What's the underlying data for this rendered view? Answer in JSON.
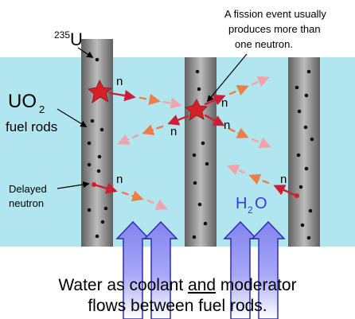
{
  "labels": {
    "isotope_mass": "235",
    "isotope_symbol": "U",
    "fission_note_1": "A fission event usually",
    "fission_note_2": "produces more than",
    "fission_note_3": "one neutron.",
    "uo2_main": "UO",
    "uo2_sub": "2",
    "fuel_rods": "fuel rods",
    "delayed_1": "Delayed",
    "delayed_2": "neutron",
    "neutron": "n",
    "water_main": "H",
    "water_sub": "2",
    "water_tail": "O"
  },
  "caption": {
    "line1_a": "Water as coolant ",
    "line1_b": "and",
    "line1_c": " moderator",
    "line2": "flows between fuel rods."
  },
  "colors": {
    "water": "#b2e6ee",
    "rod_dark": "#5f5f5f",
    "rod_light": "#b9b9b9",
    "star": "#d42128",
    "neutron_arrow_dark": "#cc1f35",
    "neutron_arrow_orange": "#ee7d4a",
    "neutron_arrow_faded": "#f0a3aa",
    "flow_arrow_fill": "#8c8cf4",
    "flow_arrow_stroke": "#2d2db4",
    "h2o_text": "#3a3ad8"
  }
}
